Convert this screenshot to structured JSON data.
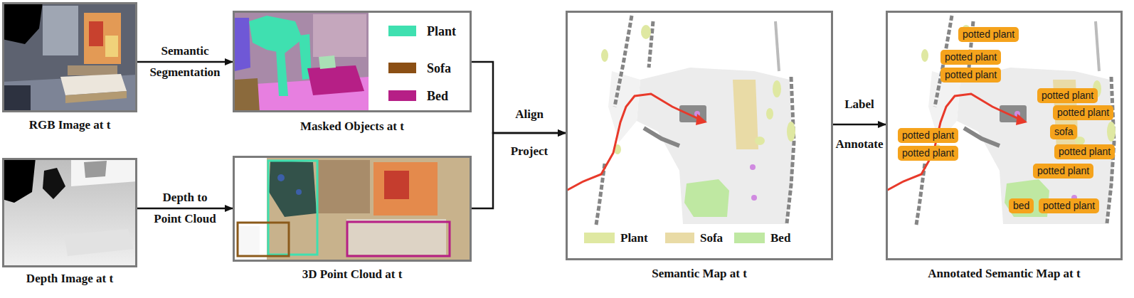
{
  "diagram": {
    "nodes": [
      {
        "text": [
          "RGB Image at t"
        ]
      },
      {
        "text": [
          "Depth Image at t"
        ]
      },
      {
        "text": [
          "Masked Objects at t"
        ]
      },
      {
        "text": [
          "3D Point Cloud at t"
        ]
      },
      {
        "text": [
          "Semantic Map at t"
        ]
      },
      {
        "text": [
          "Annotated Semantic Map at t"
        ]
      },
      {
        "text": [
          "potted plant"
        ],
        "in": 5
      },
      {
        "text": [
          "potted plant"
        ],
        "in": 5
      },
      {
        "text": [
          "potted plant"
        ],
        "in": 5
      },
      {
        "text": [
          "potted plant"
        ],
        "in": 5
      },
      {
        "text": [
          "potted plant"
        ],
        "in": 5
      },
      {
        "text": [
          "sofa"
        ],
        "in": 5
      },
      {
        "text": [
          "potted plant"
        ],
        "in": 5
      },
      {
        "text": [
          "potted plant"
        ],
        "in": 5
      },
      {
        "text": [
          "potted plant"
        ],
        "in": 5
      },
      {
        "text": [
          "potted plant"
        ],
        "in": 5
      },
      {
        "text": [
          "bed"
        ],
        "in": 5
      },
      {
        "text": [
          "potted plant"
        ],
        "in": 5
      }
    ],
    "edges": [
      {
        "from": 0,
        "to": 2,
        "arrow": "to",
        "label": "Semantic Segmentation"
      },
      {
        "from": 1,
        "to": 3,
        "arrow": "to",
        "label": "Depth to Point Cloud"
      },
      {
        "from": 2,
        "to": 4,
        "arrow": "to",
        "label": "Align Project"
      },
      {
        "from": 3,
        "to": 4,
        "arrow": "to"
      },
      {
        "from": 4,
        "to": 5,
        "arrow": "to",
        "label": "Label Annotate"
      }
    ],
    "legend": [
      {
        "text": "Plant",
        "color": "#3fe0b0"
      },
      {
        "text": "Sofa",
        "color": "#8b4f14"
      },
      {
        "text": "Bed",
        "color": "#b61f86"
      },
      {
        "text": "Plant",
        "color": "#dfe8a2"
      },
      {
        "text": "Sofa",
        "color": "#e9dba6"
      },
      {
        "text": "Bed",
        "color": "#bfe8a2"
      }
    ]
  }
}
